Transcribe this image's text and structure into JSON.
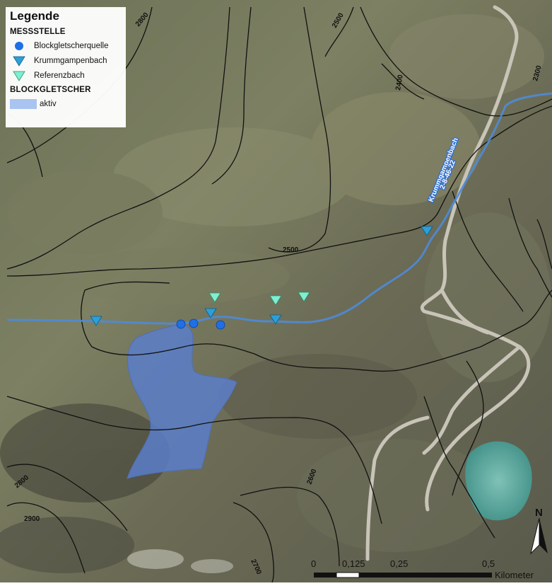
{
  "legend": {
    "title": "Legende",
    "messstelle_header": "MESSSTELLE",
    "items": [
      {
        "label": "Blockgletscherquelle",
        "symbol": "circle",
        "color": "#1f6fe6"
      },
      {
        "label": "Krummgampenbach",
        "symbol": "triangle-down",
        "color": "#2b9fd8"
      },
      {
        "label": "Referenzbach",
        "symbol": "triangle-down",
        "color": "#7ff0cf"
      }
    ],
    "blockgletscher_header": "BLOCKGLETSCHER",
    "rock_glacier": {
      "label": "aktiv",
      "color": "#a9c4f0"
    }
  },
  "contour_labels": [
    "2800",
    "2500",
    "2400",
    "2300",
    "2500",
    "2600",
    "2800",
    "2900",
    "2700"
  ],
  "stream_label": {
    "name": "Krummgampenbach",
    "code": "2-8-46-22"
  },
  "scalebar": {
    "ticks": [
      "0",
      "0,125",
      "0,25",
      "0,5"
    ],
    "unit": "Kilometer"
  },
  "north_arrow": "N",
  "colors": {
    "stream": "#4f8bd8",
    "contour": "#111111",
    "glacier_fill": "#5b7ec9",
    "lake": "#4fa39a",
    "road": "#c8c4b8"
  }
}
